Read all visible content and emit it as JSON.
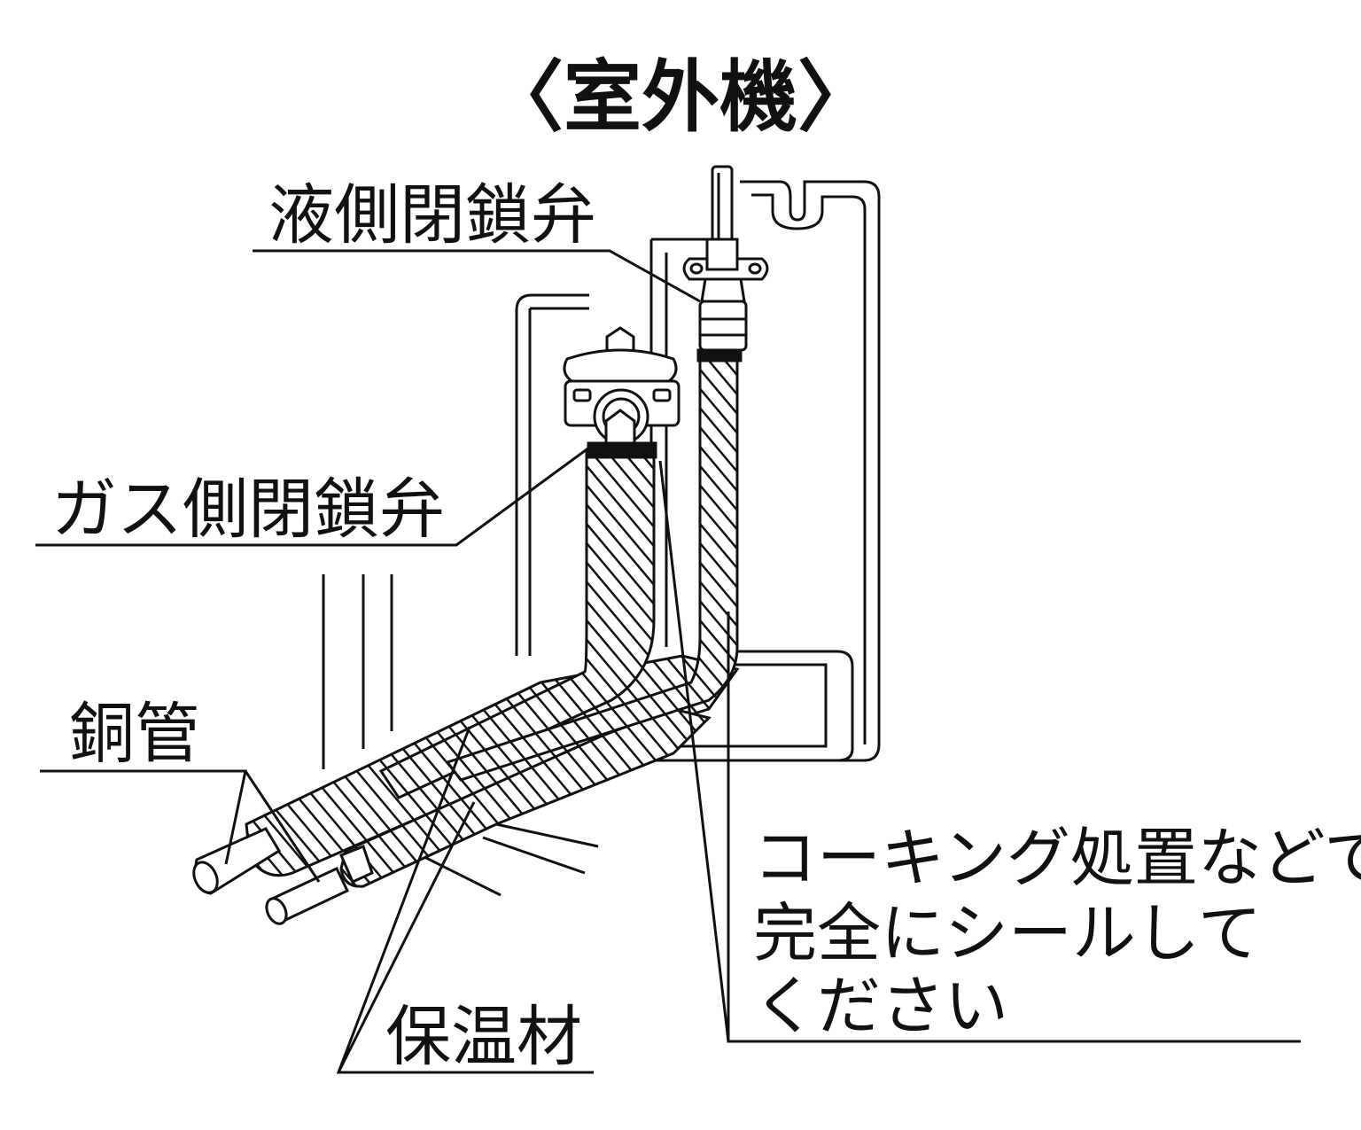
{
  "title": "〈室外機〉",
  "labels": {
    "liquid_valve": "液側閉鎖弁",
    "gas_valve": "ガス側閉鎖弁",
    "copper_pipe": "銅管",
    "insulation": "保温材"
  },
  "note": {
    "lines": [
      "コーキング処置などで",
      "完全にシールして",
      "ください"
    ],
    "color": "#d50f1c"
  },
  "colors": {
    "line": "#111111",
    "background": "#ffffff"
  }
}
